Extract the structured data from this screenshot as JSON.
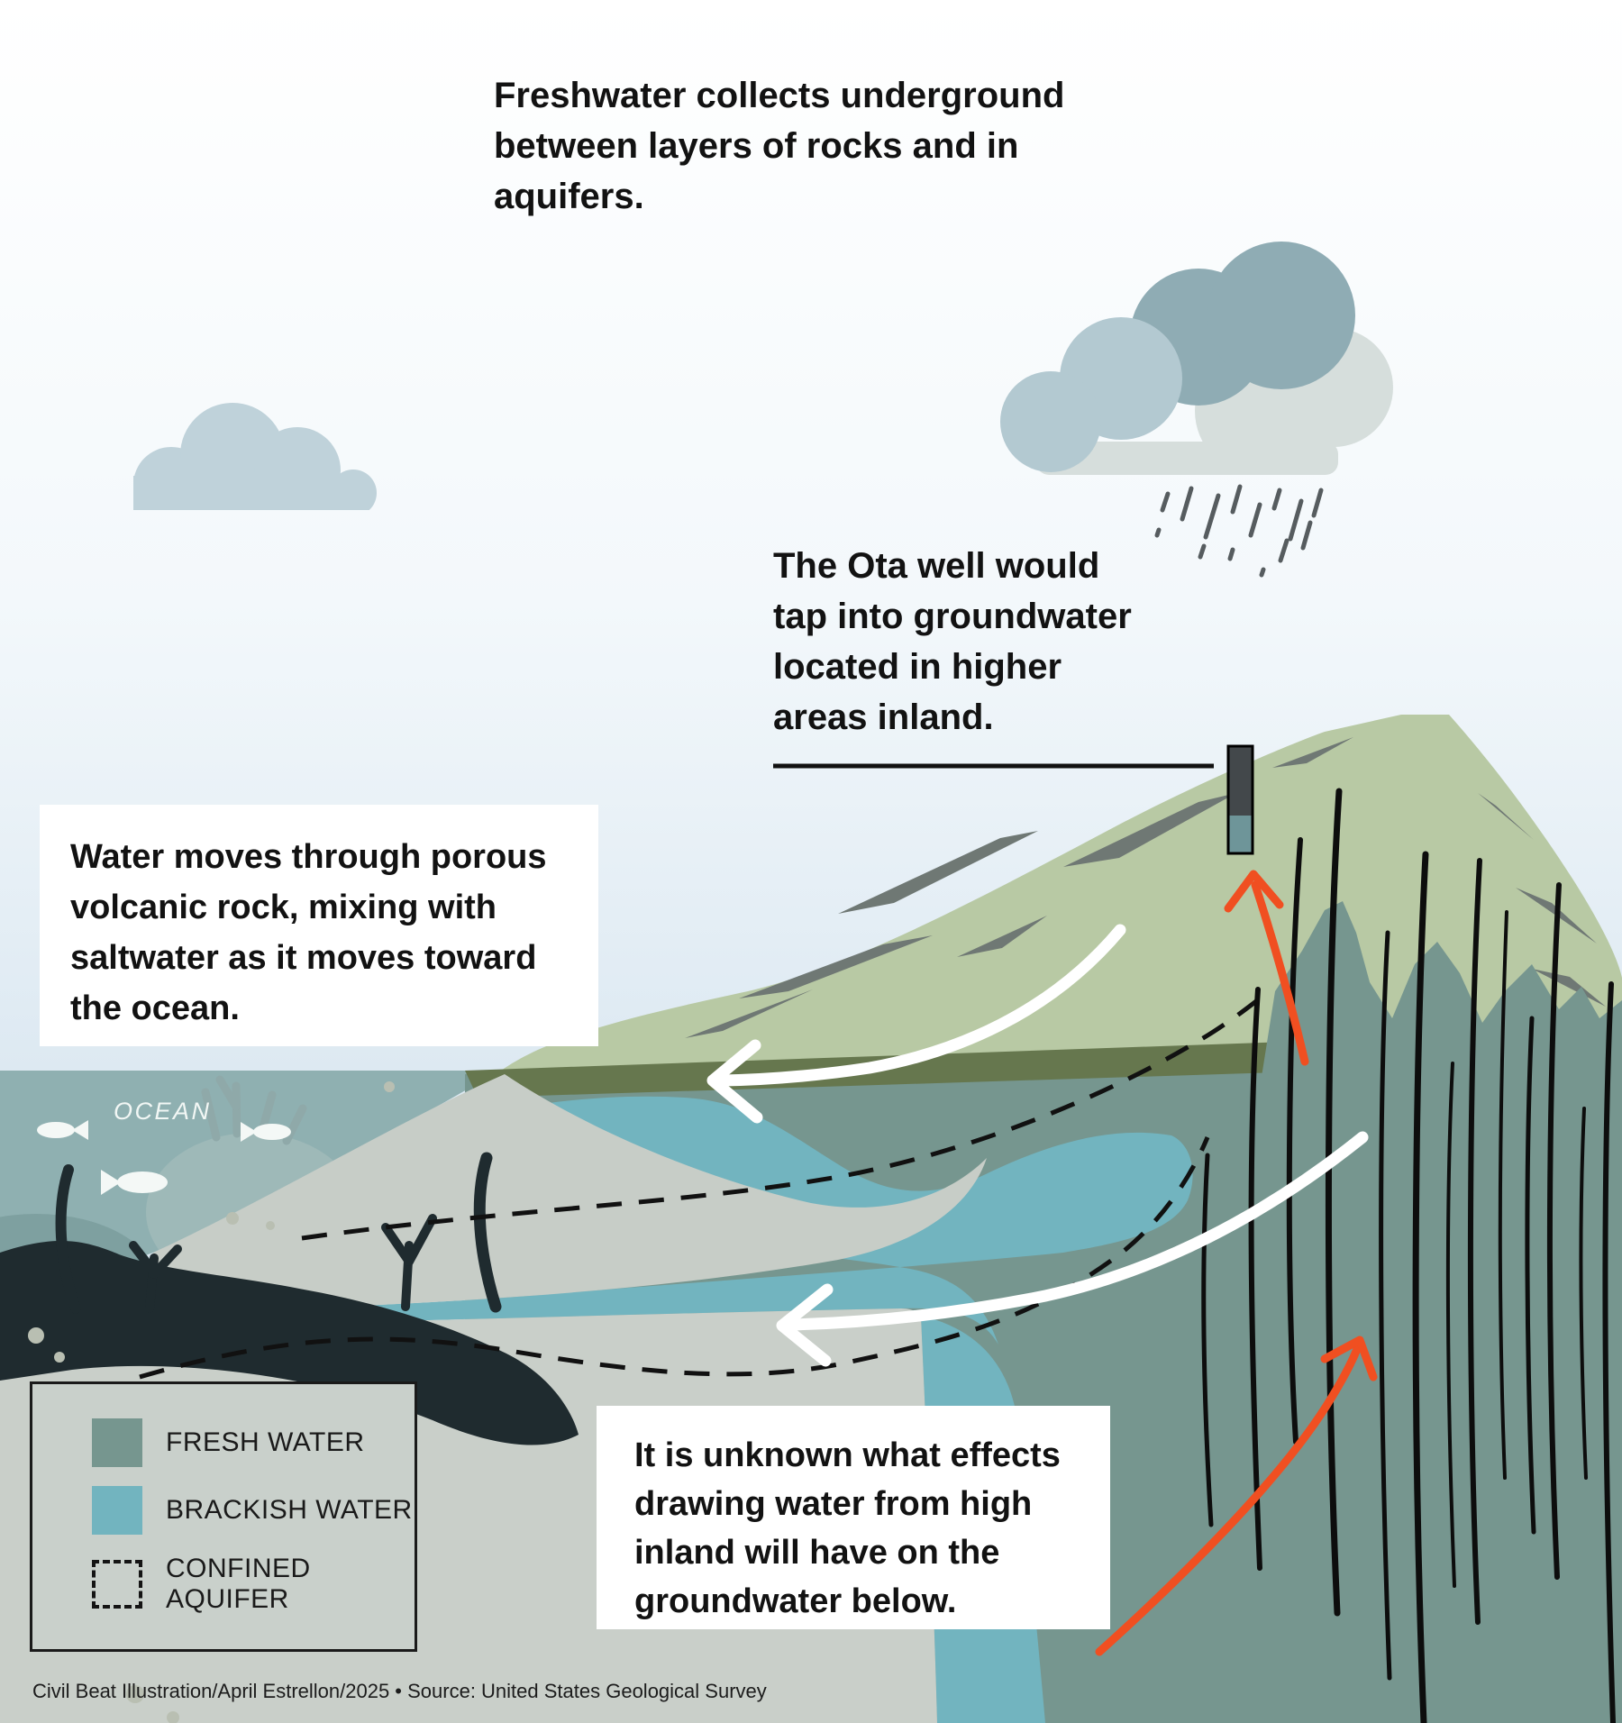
{
  "title": {
    "text": "Freshwater collects underground\nbetween layers of rocks and in\naquifers."
  },
  "callouts": {
    "ota": "The Ota well would\ntap into groundwater\nlocated in higher\nareas inland.",
    "porous": "Water moves through porous\nvolcanic rock, mixing with\nsaltwater as it moves toward\nthe ocean.",
    "unknown": "It is unknown what effects\ndrawing water from high\ninland will have on the\ngroundwater below."
  },
  "labels": {
    "ocean": "OCEAN"
  },
  "legend": {
    "items": [
      {
        "label": "FRESH WATER",
        "swatch": "fresh"
      },
      {
        "label": "BRACKISH WATER",
        "swatch": "brackish"
      },
      {
        "label": "CONFINED AQUIFER",
        "swatch": "dashed-outline"
      }
    ]
  },
  "footer": {
    "credit": "Civil Beat Illustration/April Estrellon/2025 • Source: United States Geological Survey"
  },
  "colors": {
    "text": "#121212",
    "sky_top": "#FFFFFF",
    "sky_bottom": "#DDE9F2",
    "ocean": "#8FB0B1",
    "ocean_hill_dark": "#7EA0A0",
    "ocean_hill_light": "#9EB9B8",
    "fresh": "#76968F",
    "brackish": "#72B4BF",
    "caprock": "#C7CDC7",
    "sediment": "#C9CFC9",
    "slope": "#B8C9A4",
    "slope_shadow": "#6F7874",
    "ground_band": "#66774E",
    "dark_silhouette": "#1F2B2F",
    "legend_bg": "#C9D0CB",
    "orange": "#F04F21",
    "well_dark": "#43484B",
    "well_teal": "#6E9599",
    "cloud_light": "#BFD2DA",
    "cloud_mid": "#B3C9D1",
    "cloud_dark": "#8FACB4",
    "cloud_pale": "#D6DEDC",
    "rain": "#565C5F",
    "white": "#FFFFFF"
  }
}
